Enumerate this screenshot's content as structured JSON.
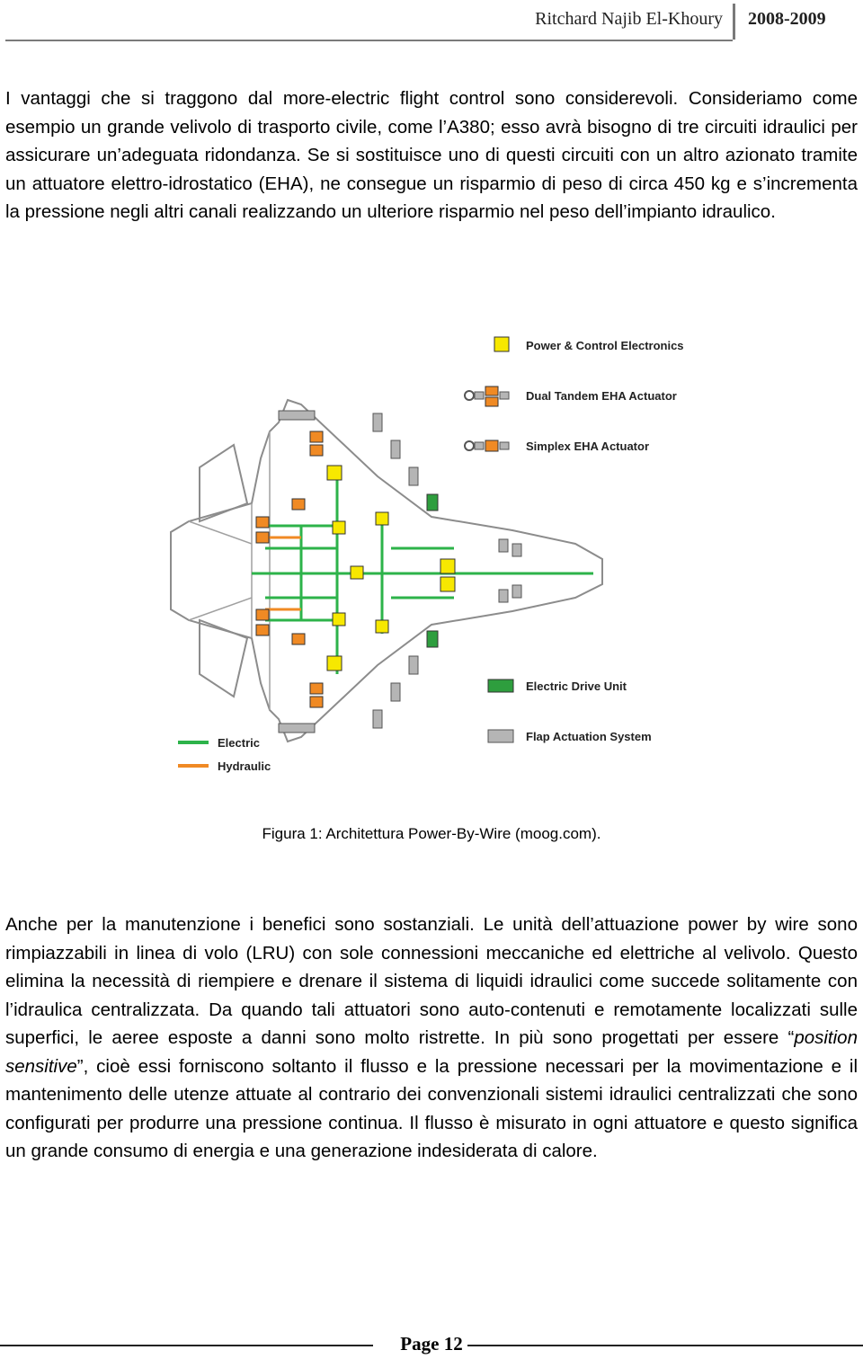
{
  "header": {
    "author": "Ritchard Najib El-Khoury",
    "year": "2008-2009"
  },
  "paragraph1": "I vantaggi che si traggono dal more-electric flight control sono considerevoli. Consideriamo come esempio un grande velivolo di trasporto civile, come l’A380; esso avrà bisogno di tre circuiti idraulici per assicurare un’adeguata ridondanza. Se si sostituisce uno di questi circuiti con un altro azionato tramite un attuatore elettro-idrostatico (EHA), ne consegue un risparmio di peso di circa 450 kg e s’incrementa la pressione negli altri canali realizzando un ulteriore risparmio nel peso dell’impianto idraulico.",
  "figure": {
    "legend": {
      "power_control": "Power & Control Electronics",
      "dual_tandem": "Dual Tandem EHA Actuator",
      "simplex": "Simplex EHA Actuator",
      "electric_drive": "Electric Drive Unit",
      "flap": "Flap Actuation System",
      "electric": "Electric",
      "hydraulic": "Hydraulic"
    },
    "colors": {
      "electric": "#2db34a",
      "hydraulic": "#f08a24",
      "power": "#f7e800",
      "edu": "#2e9e3e",
      "actuator_grey": "#b5b5b5"
    },
    "caption": "Figura 1: Architettura Power-By-Wire (moog.com)."
  },
  "paragraph2_parts": {
    "before": "Anche per la manutenzione i benefici sono sostanziali. Le unità dell’attuazione power by wire sono rimpiazzabili in linea di volo (LRU) con sole connessioni meccaniche ed elettriche al velivolo. Questo elimina la necessità di riempiere e drenare il sistema di liquidi idraulici come succede solitamente con l’idraulica centralizzata. Da quando tali attuatori sono auto-contenuti e remotamente localizzati sulle superfici, le aeree esposte a danni sono molto ristrette. In più sono progettati per essere “",
    "italic": "position sensitive",
    "after": "”, cioè essi forniscono soltanto il flusso e la pressione necessari per la movimentazione e il mantenimento delle utenze attuate al contrario dei convenzionali sistemi idraulici centralizzati che sono configurati per produrre una pressione continua. Il flusso è misurato in ogni attuatore e questo significa un grande consumo di energia e una generazione indesiderata di calore."
  },
  "footer": {
    "page": "Page 12"
  }
}
